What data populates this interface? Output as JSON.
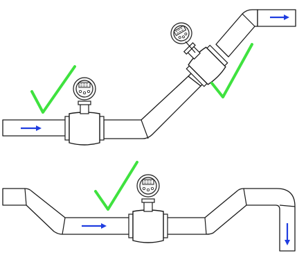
{
  "diagram": {
    "colors": {
      "pipe_outline": "#1a1a1a",
      "pipe_fill": "#ffffff",
      "flow_arrow": "#1f3de0",
      "check_mark": "#3fe23f"
    },
    "icons": [
      "flow-arrow-icon",
      "check-mark-icon",
      "digital-display-icon"
    ],
    "installations": [
      {
        "id": "rising",
        "flow_direction": "right",
        "marked_correct": true
      },
      {
        "id": "inclined",
        "flow_direction": "up-right",
        "marked_correct": true
      },
      {
        "id": "low-point",
        "flow_direction": "right-then-down",
        "marked_correct": true
      }
    ]
  }
}
